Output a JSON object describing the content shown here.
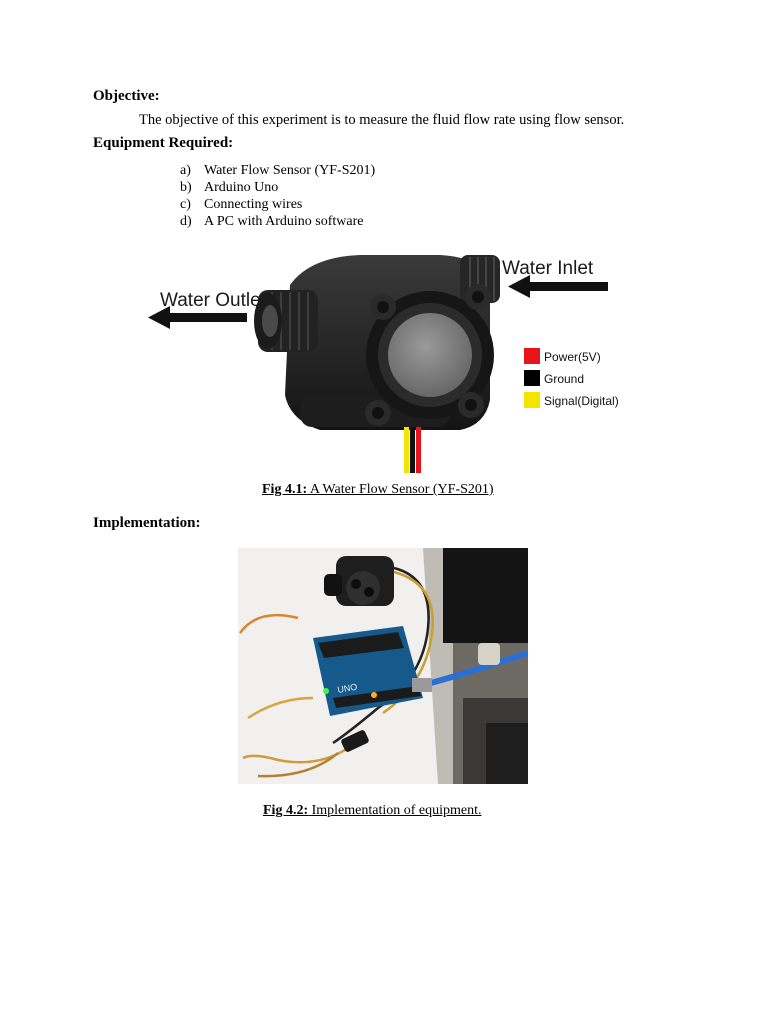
{
  "objective": {
    "heading": "Objective:",
    "text": "The objective of this experiment is to measure the fluid flow rate using flow sensor."
  },
  "equipment": {
    "heading": "Equipment Required:",
    "items": [
      {
        "marker": "a)",
        "label": "Water Flow Sensor (YF-S201)"
      },
      {
        "marker": "b)",
        "label": "Arduino Uno"
      },
      {
        "marker": "c)",
        "label": "Connecting wires"
      },
      {
        "marker": "d)",
        "label": "A PC with Arduino software"
      }
    ]
  },
  "figure1": {
    "outlet_label": "Water Outlet",
    "inlet_label": "Water Inlet",
    "legend": [
      {
        "label": "Power(5V)",
        "color": "#e8141c"
      },
      {
        "label": "Ground",
        "color": "#000000"
      },
      {
        "label": "Signal(Digital)",
        "color": "#f2e500"
      }
    ],
    "caption_prefix": "Fig 4.1:",
    "caption_text": " A Water Flow Sensor (YF-S201)"
  },
  "implementation": {
    "heading": "Implementation:"
  },
  "figure2": {
    "board_text": "UNO",
    "caption_prefix": "Fig 4.2:",
    "caption_text": " Implementation of equipment."
  }
}
